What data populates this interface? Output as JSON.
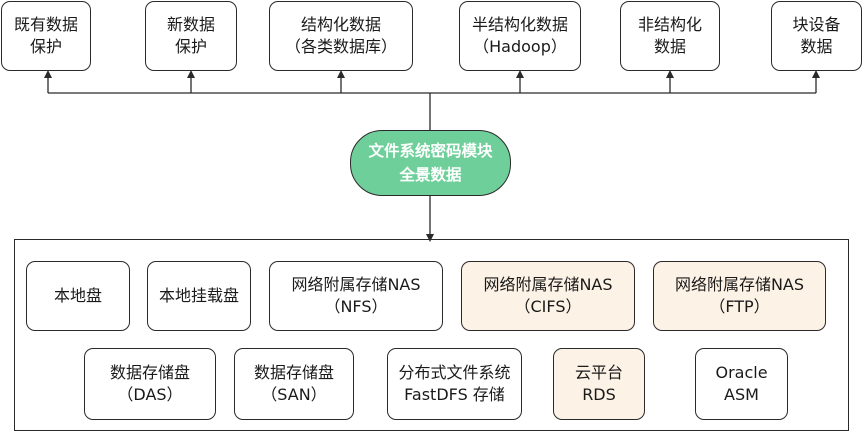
{
  "top_nodes": [
    "既有数据\n保护",
    "新数据\n保护",
    "结构化数据\n（各类数据库）",
    "半结构化数据\n（Hadoop）",
    "非结构化\n数据",
    "块设备\n数据"
  ],
  "center_node": "文件系统密码模块\n全景数据",
  "storage_row1": [
    {
      "label": "本地盘",
      "highlight": false
    },
    {
      "label": "本地挂载盘",
      "highlight": false
    },
    {
      "label": "网络附属存储NAS\n（NFS）",
      "highlight": false
    },
    {
      "label": "网络附属存储NAS\n（CIFS）",
      "highlight": true
    },
    {
      "label": "网络附属存储NAS\n（FTP）",
      "highlight": true
    }
  ],
  "storage_row2": [
    {
      "label": "数据存储盘\n（DAS）",
      "highlight": false
    },
    {
      "label": "数据存储盘\n（SAN）",
      "highlight": false
    },
    {
      "label": "分布式文件系统\nFastDFS 存储",
      "highlight": false
    },
    {
      "label": "云平台\nRDS",
      "highlight": true
    },
    {
      "label": "Oracle\nASM",
      "highlight": false
    }
  ],
  "colors": {
    "center_fill": "#6fcf9a",
    "highlight_fill": "#fcf2e6",
    "line": "#2a2a2a"
  }
}
